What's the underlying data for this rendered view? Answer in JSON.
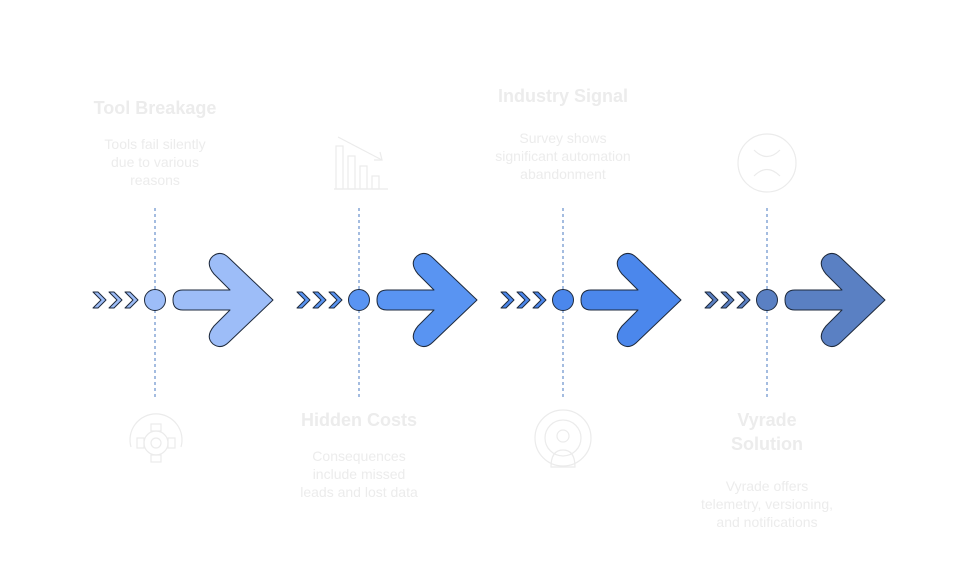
{
  "colors": {
    "stage1": "#9dbdf8",
    "stage2": "#5994f2",
    "stage3": "#4b87ec",
    "stage4": "#5a80c3",
    "stroke": "#1e2a3d",
    "divider": "#4a78c2",
    "faded_text": "#ececec"
  },
  "stages": [
    {
      "title": "Tool Breakage",
      "description": [
        "Tools fail silently",
        "due to various",
        "reasons"
      ],
      "icon": "gear-icon"
    },
    {
      "title": "Hidden Costs",
      "description": [
        "Consequences",
        "include missed",
        "leads and lost data"
      ],
      "icon": "declining-chart-icon"
    },
    {
      "title": "Industry Signal",
      "description": [
        "Survey shows",
        "significant automation",
        "abandonment"
      ],
      "icon": "person-signal-icon"
    },
    {
      "title": [
        "Vyrade",
        "Solution"
      ],
      "description": [
        "Vyrade offers",
        "telemetry, versioning,",
        "and notifications"
      ],
      "icon": "x-circle-icon"
    }
  ]
}
